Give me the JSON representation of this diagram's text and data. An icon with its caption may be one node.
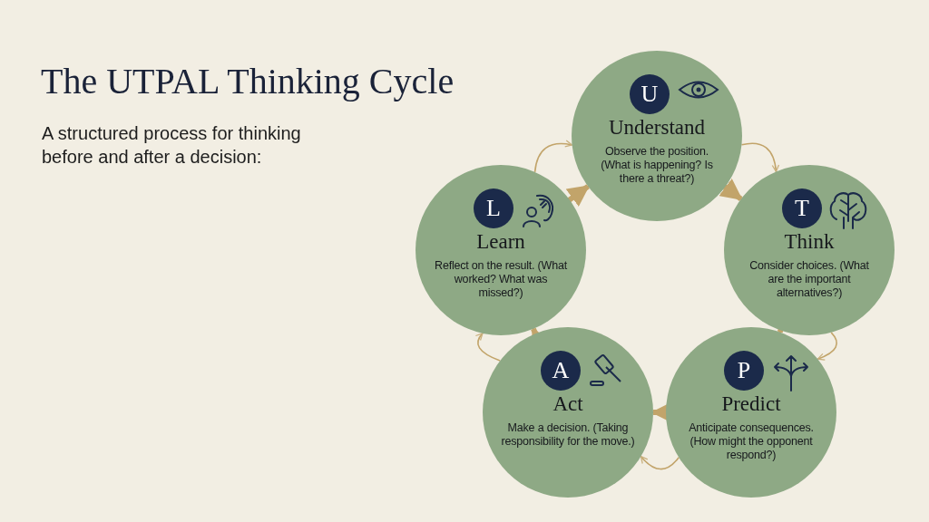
{
  "diagram": {
    "title": "The UTPAL Thinking Cycle",
    "caption": "A structured process for thinking before and after a decision:",
    "nodes": [
      {
        "text": [
          "U",
          "Understand",
          "Observe the position. (What is happening? Is there a threat?)"
        ]
      },
      {
        "text": [
          "T",
          "Think",
          "Consider choices. (What are the important alternatives?)"
        ]
      },
      {
        "text": [
          "P",
          "Predict",
          "Anticipate consequences. (How might the opponent respond?)"
        ]
      },
      {
        "text": [
          "A",
          "Act",
          "Make a decision. (Taking responsibility for the move.)"
        ]
      },
      {
        "text": [
          "L",
          "Learn",
          "Reflect on the result. (What worked? What was missed?)"
        ]
      }
    ],
    "edges": [
      {
        "from": 0,
        "to": 1,
        "arrow": "to",
        "style": "thick"
      },
      {
        "from": 1,
        "to": 2,
        "arrow": "to",
        "style": "thick"
      },
      {
        "from": 2,
        "to": 3,
        "arrow": "to",
        "style": "thick"
      },
      {
        "from": 3,
        "to": 4,
        "arrow": "to",
        "style": "thick"
      },
      {
        "from": 4,
        "to": 0,
        "arrow": "to",
        "style": "thick"
      },
      {
        "from": 0,
        "to": 1,
        "arrow": "to"
      },
      {
        "from": 1,
        "to": 2,
        "arrow": "to"
      },
      {
        "from": 2,
        "to": 3,
        "arrow": "to"
      },
      {
        "from": 3,
        "to": 4,
        "arrow": "to"
      },
      {
        "from": 4,
        "to": 0,
        "arrow": "to"
      }
    ]
  }
}
